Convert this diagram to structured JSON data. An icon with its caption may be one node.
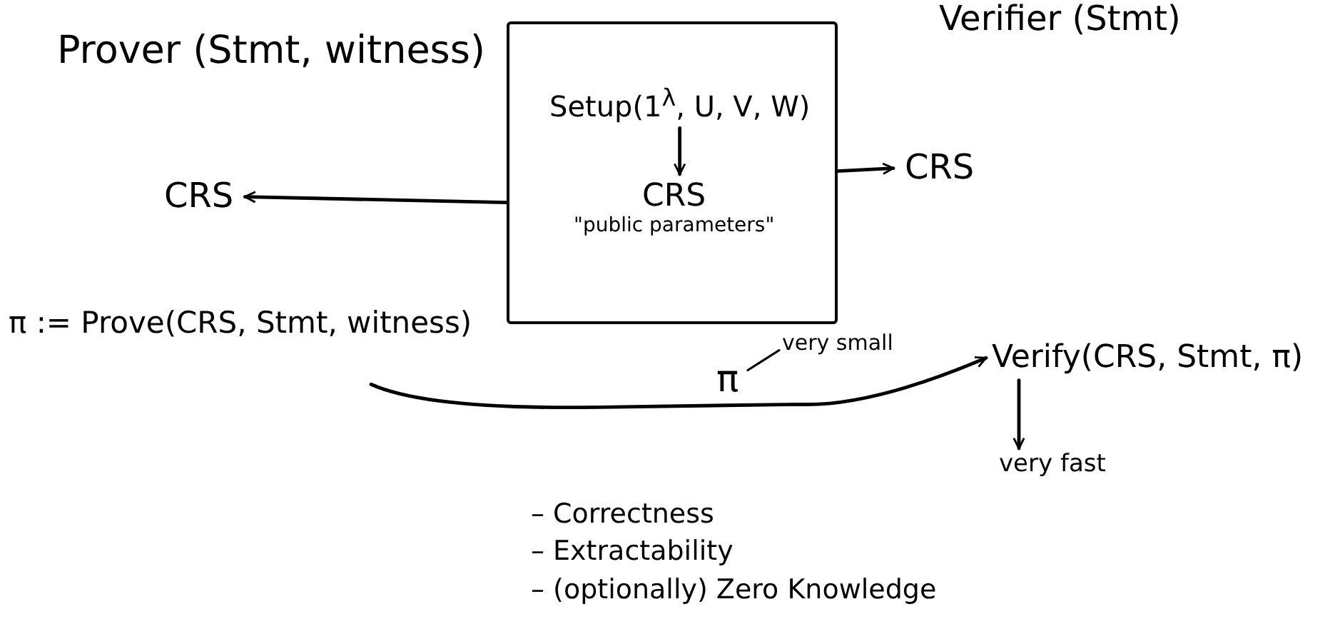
{
  "diagram": {
    "nodes": [
      {
        "text": [],
        "shape": "box"
      },
      {
        "text": [
          "Setup(1$^{λ}$, U, V, W)"
        ],
        "in": 0
      },
      {
        "text": [
          "CRS",
          "\"public parameters\""
        ],
        "in": 0
      },
      {
        "text": [
          "CRS"
        ]
      },
      {
        "text": [
          "CRS"
        ]
      },
      {
        "text": [
          "π := Prove(CRS, Stmt, witness)"
        ]
      },
      {
        "text": [
          "Verify(CRS, Stmt, π)"
        ]
      },
      {
        "text": [
          "very fast"
        ]
      },
      {
        "text": [
          "very small"
        ]
      }
    ],
    "edges": [
      {
        "from": 1,
        "to": 2,
        "arrow": "to"
      },
      {
        "from": 0,
        "to": 3,
        "arrow": "to"
      },
      {
        "from": 0,
        "to": 4,
        "arrow": "to"
      },
      {
        "from": 5,
        "to": 6,
        "arrow": "to",
        "label": "π"
      },
      {
        "from": 6,
        "to": 7,
        "arrow": "to"
      },
      {
        "from": 8,
        "to": null,
        "arrow": "none"
      }
    ],
    "labels": [
      "Prover (Stmt, witness)",
      "Verifier (Stmt)",
      "– Correctness",
      "– Extractability",
      "– (optionally) Zero Knowledge"
    ]
  }
}
